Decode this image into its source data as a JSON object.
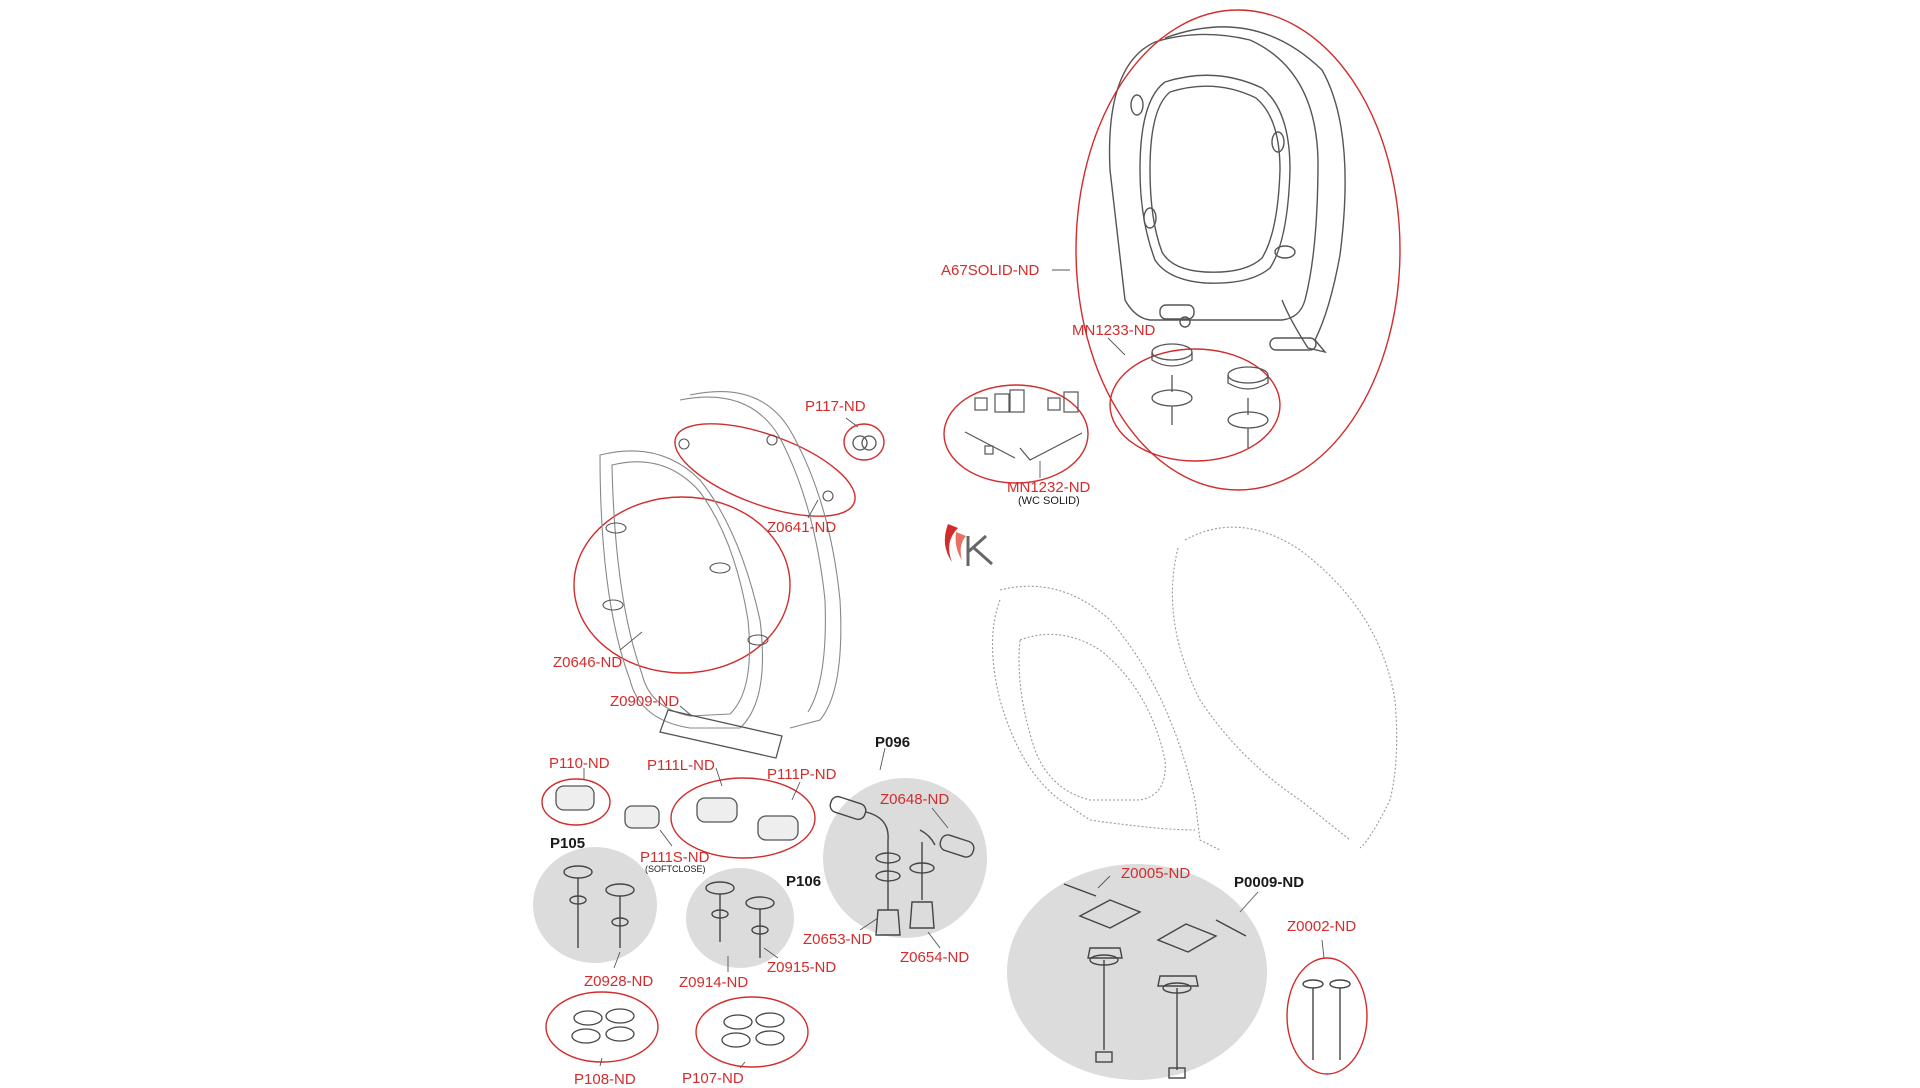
{
  "diagram": {
    "accent_color": "#d22c2c",
    "group_fill": "#dcdcdc",
    "part_stroke": "#555555",
    "logo_color": "#d22c2c",
    "labels": {
      "a67solid": "A67SOLID-ND",
      "mn1233": "MN1233-ND",
      "mn1232": "MN1232-ND",
      "mn1232_note": "(WC SOLID)",
      "p117": "P117-ND",
      "z0641": "Z0641-ND",
      "z0646": "Z0646-ND",
      "z0909": "Z0909-ND",
      "p110": "P110-ND",
      "p111l": "P111L-ND",
      "p111p": "P111P-ND",
      "p111s": "P111S-ND",
      "p111s_note": "(SOFTCLOSE)",
      "p096": "P096",
      "z0648": "Z0648-ND",
      "p105": "P105",
      "p106": "P106",
      "z0653": "Z0653-ND",
      "z0654": "Z0654-ND",
      "z0928": "Z0928-ND",
      "z0914": "Z0914-ND",
      "z0915": "Z0915-ND",
      "p108": "P108-ND",
      "p107": "P107-ND",
      "z0005": "Z0005-ND",
      "p0009": "P0009-ND",
      "z0002": "Z0002-ND"
    }
  }
}
